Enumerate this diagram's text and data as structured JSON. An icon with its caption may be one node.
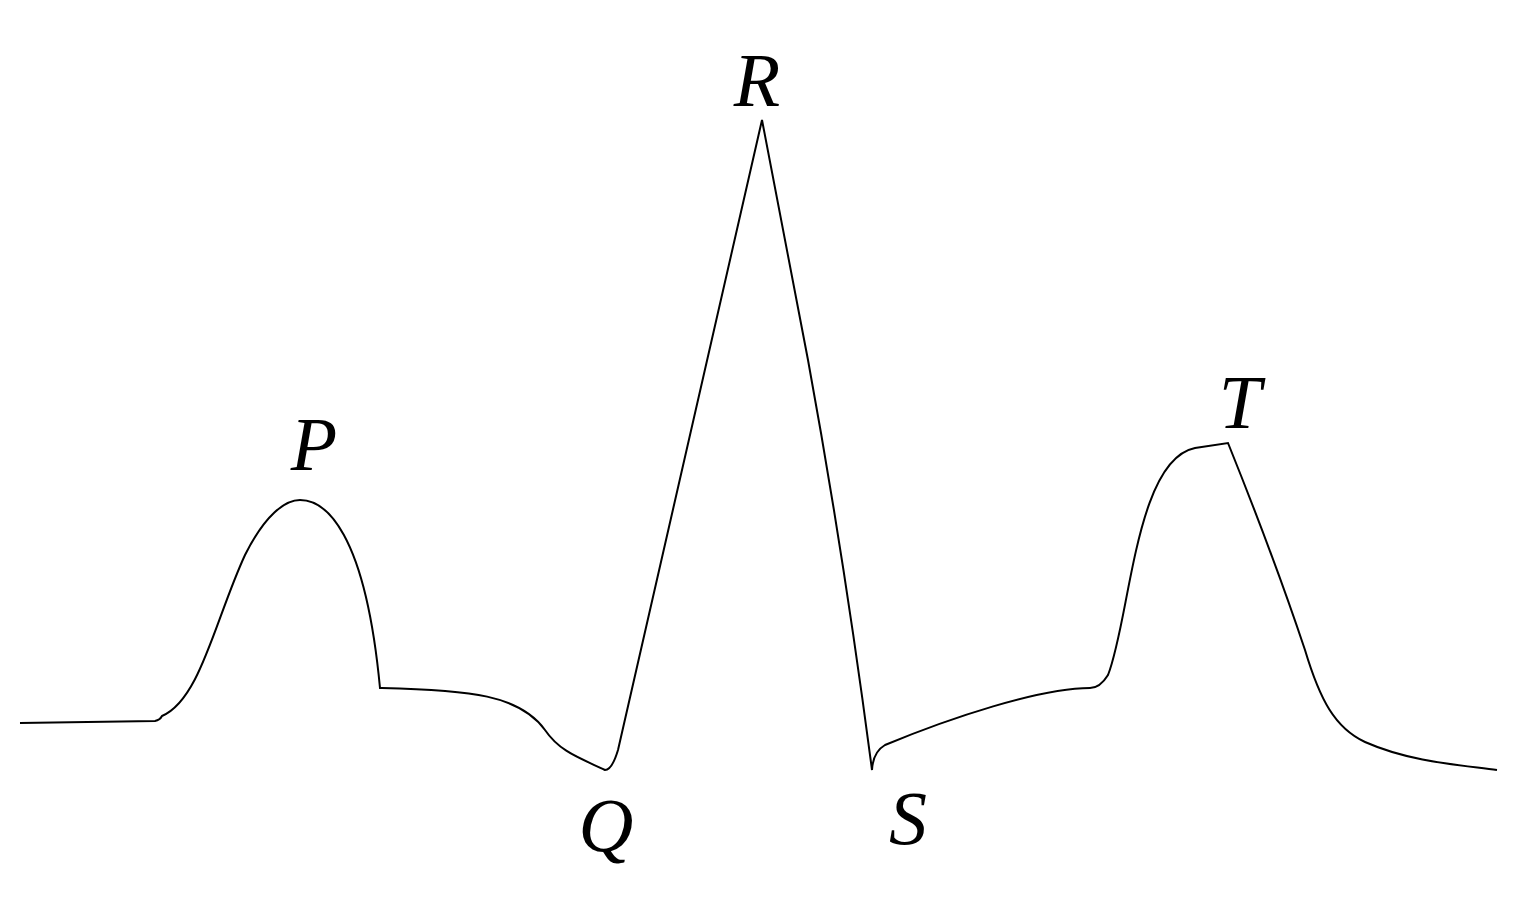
{
  "diagram": {
    "labels": [
      "R",
      "T",
      "P",
      "Q",
      "S"
    ]
  }
}
